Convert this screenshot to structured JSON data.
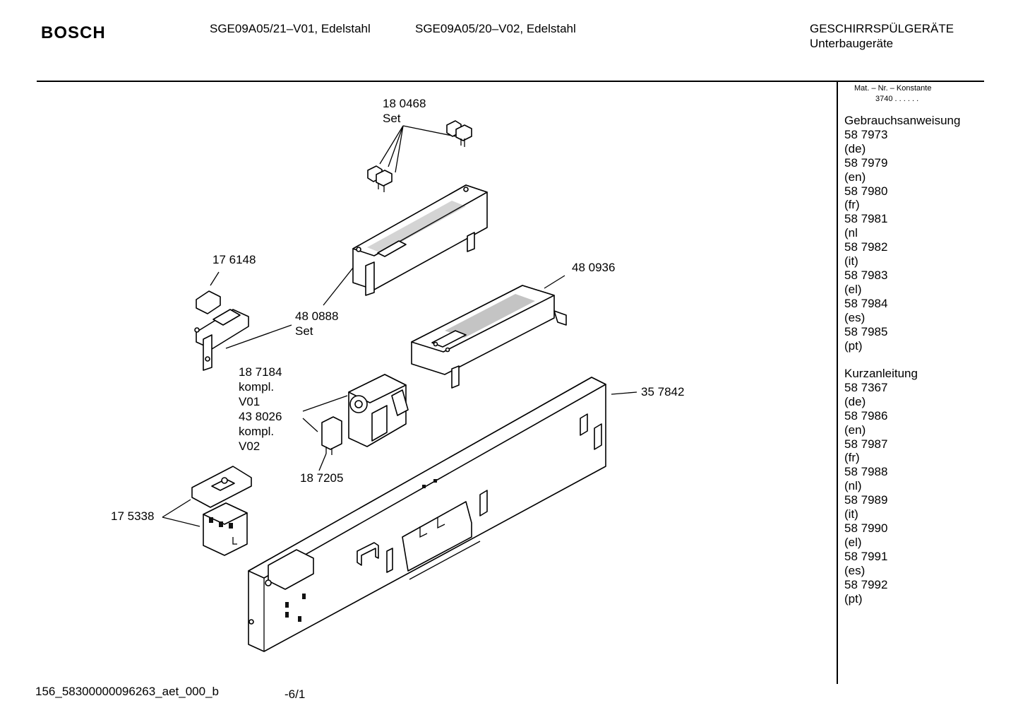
{
  "header": {
    "brand": "BOSCH",
    "model_1": "SGE09A05/21–V01, Edelstahl",
    "model_2": "SGE09A05/20–V02, Edelstahl",
    "category": "GESCHIRRSPÜLGERÄTE",
    "subcategory": "Unterbaugeräte"
  },
  "sidebar": {
    "mat_label": "Mat. – Nr. – Konstante",
    "mat_value": "3740 . . . . . .",
    "manuals_title": "Gebrauchsanweisung",
    "manuals": [
      "58 7973",
      "(de)",
      "58 7979",
      "(en)",
      "58 7980",
      "(fr)",
      "58 7981",
      "(nl",
      "58 7982",
      "(it)",
      "58 7983",
      "(el)",
      "58 7984",
      "(es)",
      "58 7985",
      "(pt)"
    ],
    "quick_title": "Kurzanleitung",
    "quick": [
      "58 7367",
      "(de)",
      "58 7986",
      "(en)",
      "58 7987",
      "(fr)",
      "58 7988",
      "(nl)",
      "58 7989",
      "(it)",
      "58 7990",
      "(el)",
      "58 7991",
      "(es)",
      "58 7992",
      "(pt)"
    ]
  },
  "parts": {
    "p180468": "18 0468",
    "p180468_note": "Set",
    "p176148": "17 6148",
    "p480888": "48 0888",
    "p480888_note": "Set",
    "p480936": "48 0936",
    "p187184": "18 7184",
    "p187184_note1": "kompl.",
    "p187184_note2": "V01",
    "p438026": "43 8026",
    "p438026_note1": "kompl.",
    "p438026_note2": "V02",
    "p357842": "35 7842",
    "p187205": "18 7205",
    "p175338": "17 5338"
  },
  "footer": {
    "doc_id": "156_58300000096263_aet_000_b",
    "page": "-6/1"
  }
}
